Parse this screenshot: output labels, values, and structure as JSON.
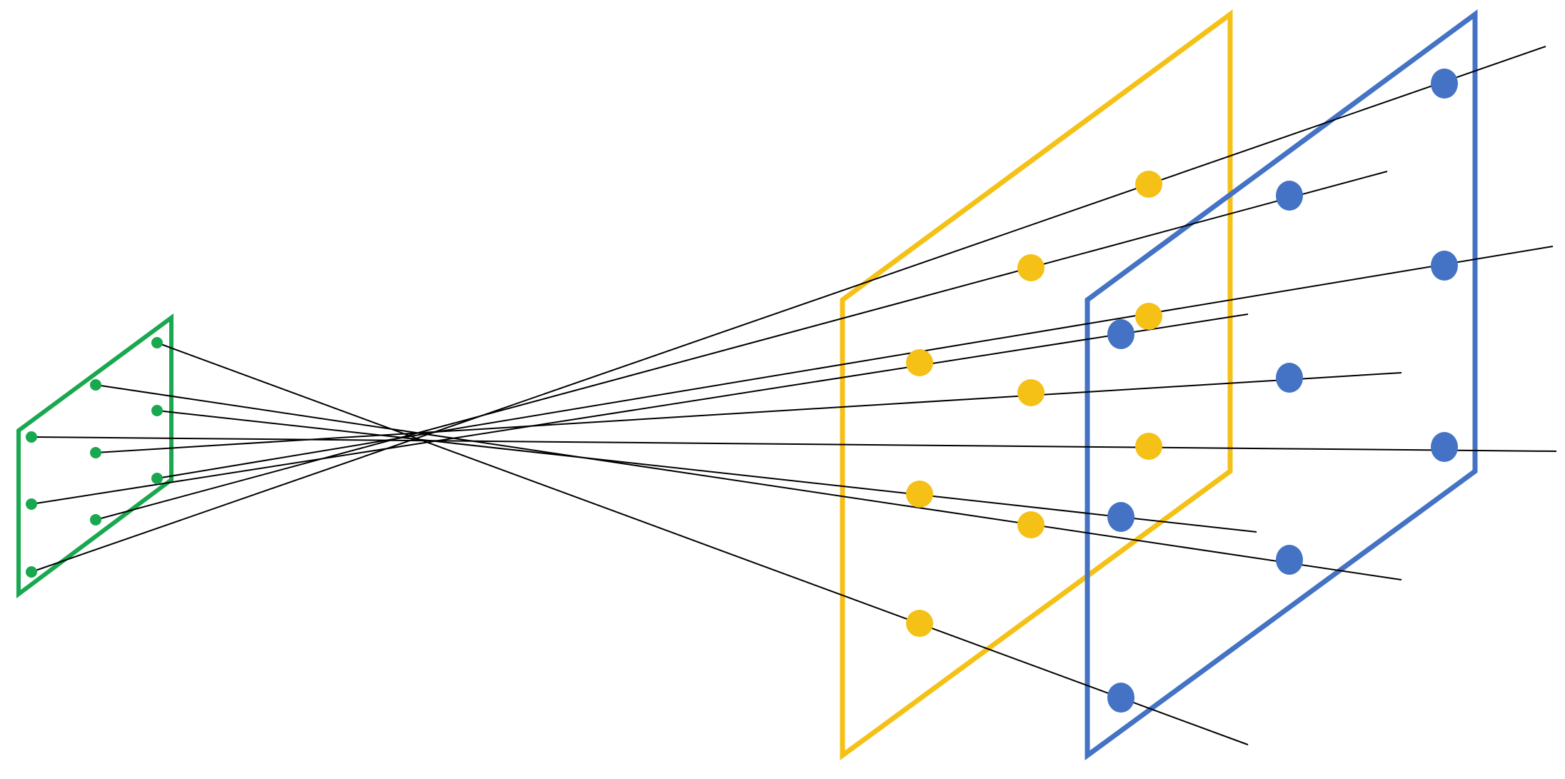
{
  "diagram": {
    "colors": {
      "background": "#ffffff",
      "sensor_plane": "#19a84f",
      "near_plane": "#f5c117",
      "far_plane": "#4472c4",
      "ray": "#000000"
    },
    "planes": [
      {
        "name": "sensor-plane",
        "color_key": "sensor_plane"
      },
      {
        "name": "near-plane",
        "color_key": "near_plane"
      },
      {
        "name": "far-plane",
        "color_key": "far_plane"
      }
    ],
    "sensor_point_count": 9,
    "near_point_count": 9,
    "far_point_count": 9,
    "ray_count": 9
  }
}
